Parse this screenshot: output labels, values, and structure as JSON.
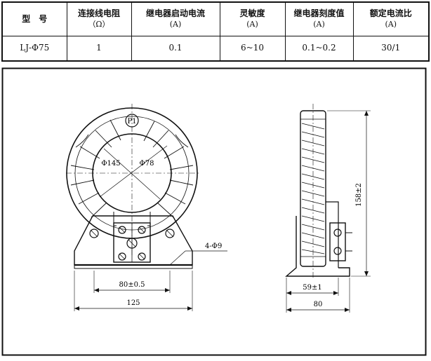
{
  "table": {
    "headers": [
      {
        "label": "型　号",
        "unit": ""
      },
      {
        "label": "连接线电阻",
        "unit": "（Ω）"
      },
      {
        "label": "继电器启动电流",
        "unit": "(A)"
      },
      {
        "label": "灵敏度",
        "unit": "(A)"
      },
      {
        "label": "继电器刻度值",
        "unit": "(A)"
      },
      {
        "label": "额定电流比",
        "unit": "(A)"
      }
    ],
    "row": [
      "LJ-Φ75",
      "1",
      "0.1",
      "6~10",
      "0.1~0.2",
      "30/1"
    ]
  },
  "drawing": {
    "terminal_label": "P1",
    "inner_dia": "Φ145",
    "hole_dia": "Φ78",
    "mount_holes": "4-Φ9",
    "dim_hole_spacing": "80±0.5",
    "dim_base_width": "125",
    "dim_height": "158±2",
    "dim_side_slot": "59±1",
    "dim_side_width": "80"
  }
}
